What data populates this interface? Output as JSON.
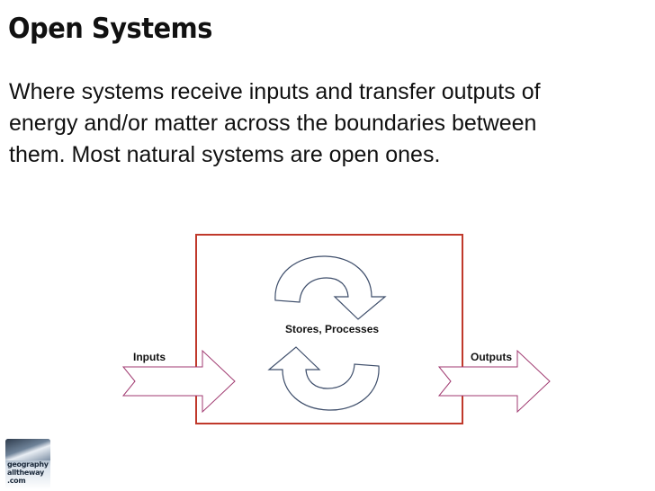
{
  "slide": {
    "title": "Open Systems",
    "body_lines": [
      "Where systems receive inputs and transfer outputs of",
      "energy and/or matter across the boundaries between",
      "them.  Most natural systems are open ones."
    ]
  },
  "diagram": {
    "center_label": "Stores, Processes",
    "input_label": "Inputs",
    "output_label": "Outputs"
  },
  "logo": {
    "lines": [
      "geography",
      "alltheway",
      ".com"
    ]
  },
  "colors": {
    "boundary": "#c0392b",
    "arrow": "#a03a70",
    "cycle": "#3d4d6a"
  }
}
